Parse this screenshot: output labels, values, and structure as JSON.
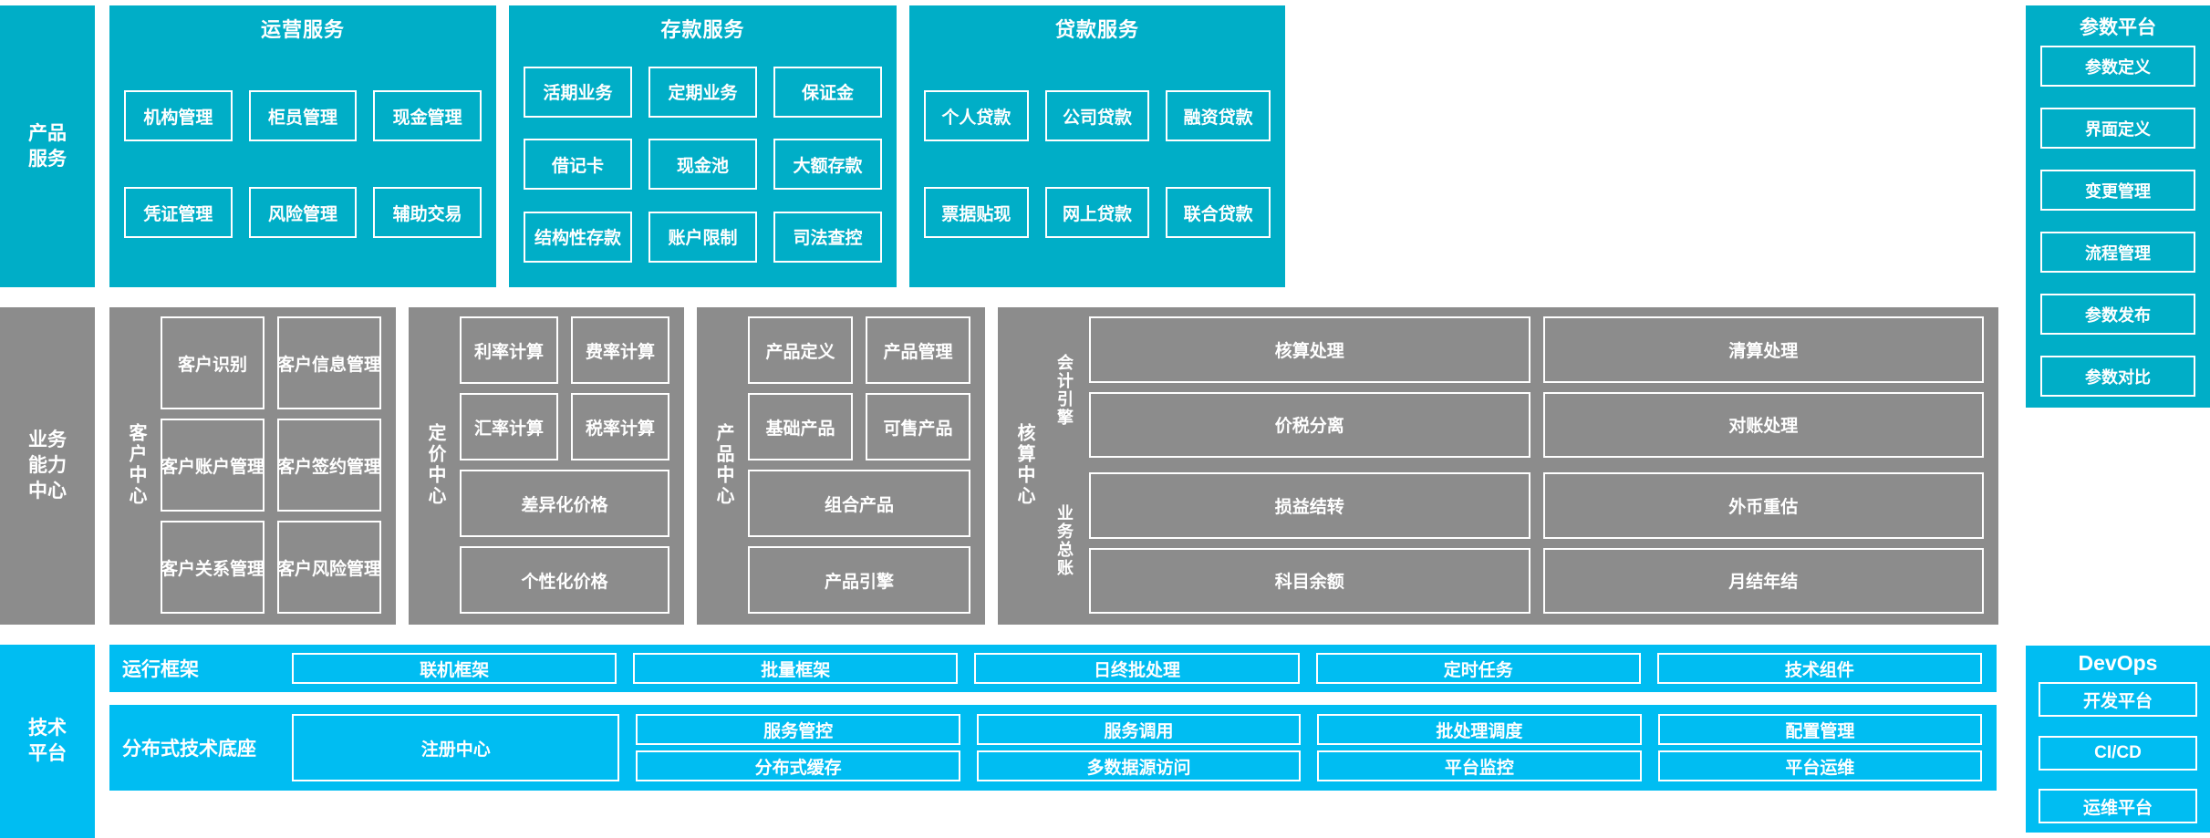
{
  "bands": {
    "product": {
      "label": "产品\n服务",
      "color": "#00AEC7",
      "groups": [
        {
          "title": "运营服务",
          "rows": [
            [
              "机构管理",
              "柜员管理",
              "现金管理"
            ],
            [
              "凭证管理",
              "风险管理",
              "辅助交易"
            ]
          ]
        },
        {
          "title": "存款服务",
          "rows": [
            [
              "活期业务",
              "定期业务",
              "保证金"
            ],
            [
              "借记卡",
              "现金池",
              "大额存款"
            ],
            [
              "结构性存款",
              "账户限制",
              "司法查控"
            ]
          ]
        },
        {
          "title": "贷款服务",
          "rows": [
            [
              "个人贷款",
              "公司贷款",
              "融资贷款"
            ],
            [
              "票据贴现",
              "网上贷款",
              "联合贷款"
            ]
          ]
        }
      ]
    },
    "capability": {
      "label": "业务\n能力\n中心",
      "color": "#8C8C8C",
      "centers": [
        {
          "name": "客户中心",
          "rows": [
            [
              "客户识别",
              "客户信息管理"
            ],
            [
              "客户账户管理",
              "客户签约管理"
            ],
            [
              "客户关系管理",
              "客户风险管理"
            ]
          ]
        },
        {
          "name": "定价中心",
          "rows": [
            [
              "利率计算",
              "费率计算"
            ],
            [
              "汇率计算",
              "税率计算"
            ],
            [
              "差异化价格"
            ],
            [
              "个性化价格"
            ]
          ]
        },
        {
          "name": "产品中心",
          "rows": [
            [
              "产品定义",
              "产品管理"
            ],
            [
              "基础产品",
              "可售产品"
            ],
            [
              "组合产品"
            ],
            [
              "产品引擎"
            ]
          ]
        },
        {
          "name": "核算中心",
          "sublabels": [
            "会计引擎",
            "业务总账"
          ],
          "sub1_rows": [
            [
              "核算处理",
              "清算处理"
            ],
            [
              "价税分离",
              "对账处理"
            ]
          ],
          "sub2_rows": [
            [
              "损益结转",
              "外币重估"
            ],
            [
              "科目余额",
              "月结年结"
            ]
          ]
        }
      ]
    },
    "tech": {
      "label": "技术\n平台",
      "color": "#00BDF2",
      "rows": [
        {
          "label": "运行框架",
          "cells": [
            "联机框架",
            "批量框架",
            "日终批处理",
            "定时任务",
            "技术组件"
          ]
        },
        {
          "label": "分布式技术底座",
          "wide_cell": "注册中心",
          "stacks": [
            [
              "服务管控",
              "分布式缓存"
            ],
            [
              "服务调用",
              "多数据源访问"
            ],
            [
              "批处理调度",
              "平台监控"
            ],
            [
              "配置管理",
              "平台运维"
            ]
          ]
        }
      ]
    }
  },
  "rails": {
    "param_platform": {
      "title": "参数平台",
      "color": "#00AEC7",
      "items": [
        "参数定义",
        "界面定义",
        "变更管理",
        "流程管理",
        "参数发布",
        "参数对比"
      ]
    },
    "devops": {
      "title": "DevOps",
      "color": "#00BDF2",
      "items": [
        "开发平台",
        "CI/CD",
        "运维平台"
      ]
    }
  }
}
